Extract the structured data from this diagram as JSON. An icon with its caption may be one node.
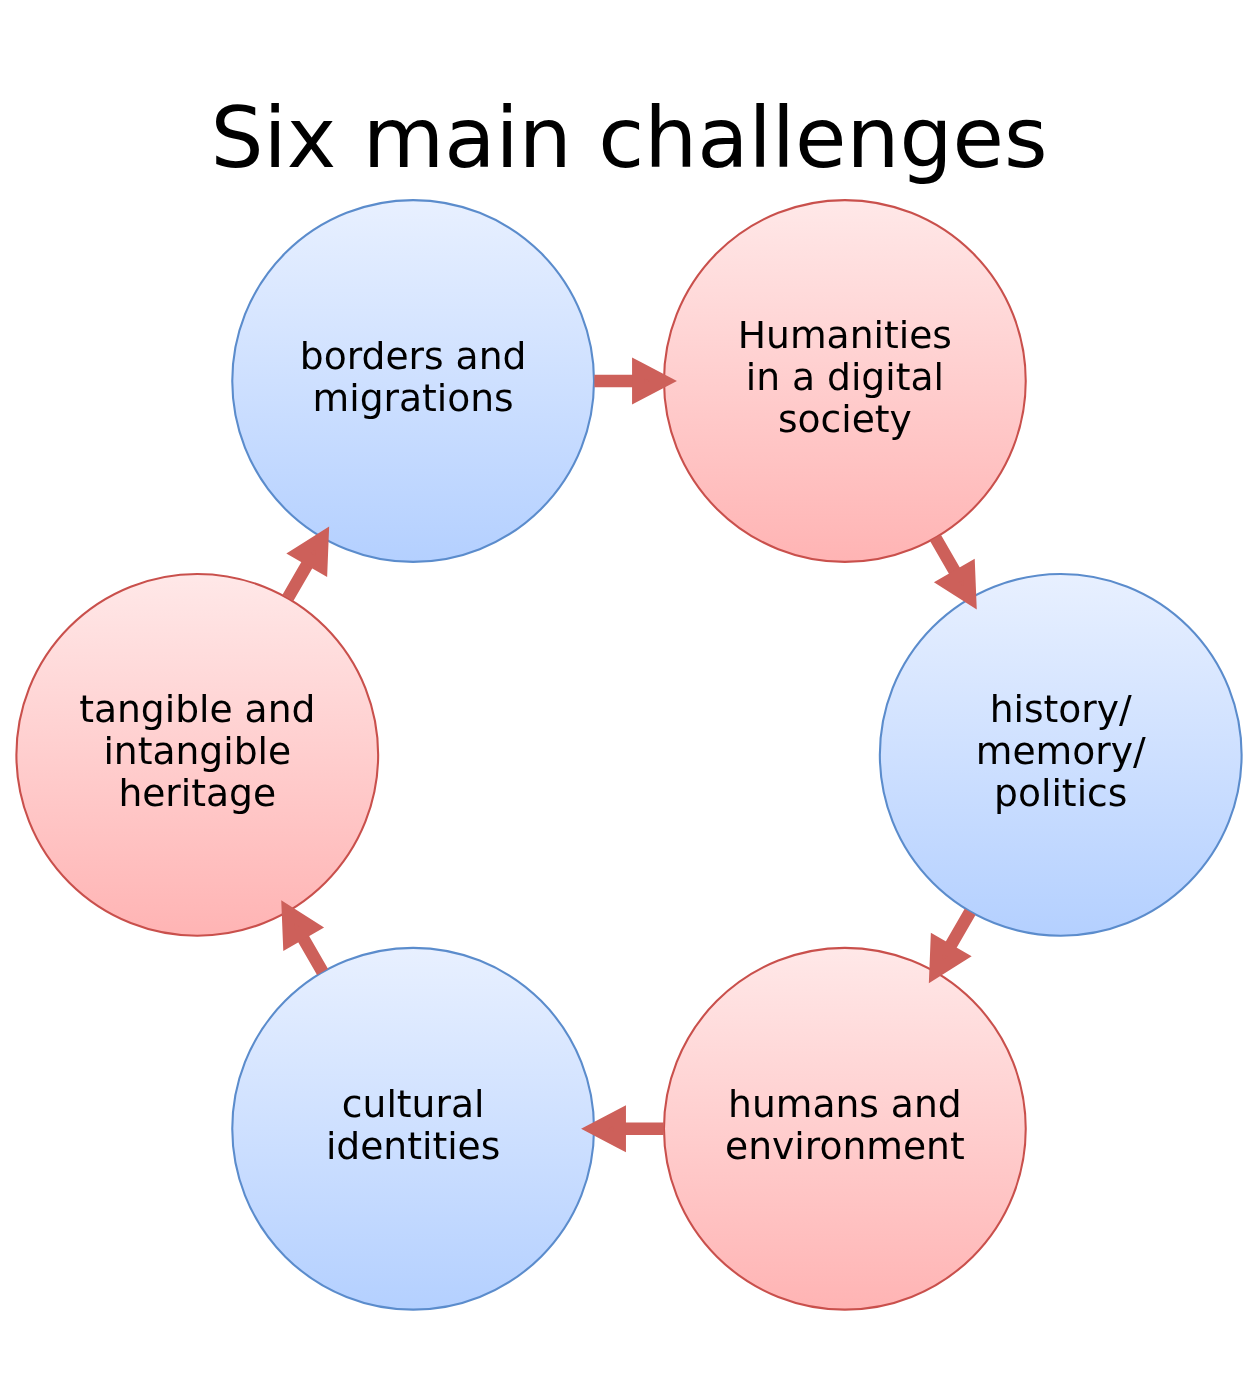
{
  "diagram": {
    "title": "Six main challenges",
    "nodes": [
      {
        "text": [
          "humans and environment"
        ]
      },
      {
        "text": [
          "cultural identities"
        ]
      },
      {
        "text": [
          "tangible and intangible heritage"
        ]
      },
      {
        "text": [
          "borders and migrations"
        ]
      },
      {
        "text": [
          "Humanities in a digital society"
        ]
      },
      {
        "text": [
          "history/ memory/ politics"
        ]
      }
    ],
    "edges": [
      {
        "from": 0,
        "to": 1,
        "arrow": "to"
      },
      {
        "from": 1,
        "to": 2,
        "arrow": "to"
      },
      {
        "from": 2,
        "to": 3,
        "arrow": "to"
      },
      {
        "from": 3,
        "to": 4,
        "arrow": "to"
      },
      {
        "from": 4,
        "to": 5,
        "arrow": "to"
      },
      {
        "from": 5,
        "to": 0,
        "arrow": "to"
      }
    ]
  }
}
